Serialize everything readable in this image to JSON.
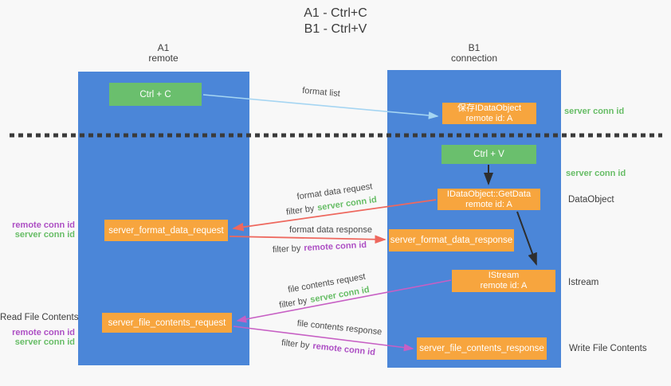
{
  "title": {
    "line1": "A1 - Ctrl+C",
    "line2": "B1 - Ctrl+V"
  },
  "columns": {
    "a1": {
      "name": "A1",
      "subtitle": "remote"
    },
    "b1": {
      "name": "B1",
      "subtitle": "connection"
    }
  },
  "nodes": {
    "ctrl_c": {
      "label": "Ctrl + C"
    },
    "ctrl_v": {
      "label": "Ctrl + V"
    },
    "save_dataobject": {
      "line1": "保存IDataObject",
      "line2": "remote id: A"
    },
    "getdata": {
      "line1": "IDataObject::GetData",
      "line2": "remote id: A"
    },
    "istream": {
      "line1": "IStream",
      "line2": "remote id: A"
    },
    "format_request": {
      "label": "server_format_data_request"
    },
    "format_response": {
      "label": "server_format_data_response"
    },
    "file_request": {
      "label": "server_file_contents_request"
    },
    "file_response": {
      "label": "server_file_contents_response"
    }
  },
  "arrows": {
    "format_list": "format list",
    "format_data_request": "format data request",
    "format_data_response": "format data response",
    "file_contents_request": "file contents request",
    "file_contents_response": "file contents response",
    "filter_by": "filter by",
    "server_conn_id": "server conn id",
    "remote_conn_id": "remote conn id"
  },
  "side_labels": {
    "server_conn_id": "server conn id",
    "remote_conn_id": "remote conn id",
    "dataobject": "DataObject",
    "istream": "Istream",
    "read_file_contents": "Read File Contents",
    "write_file_contents": "Write File Contents"
  },
  "colors": {
    "column_blue": "#4b86d8",
    "node_green": "#6abf6d",
    "node_orange": "#f7a53e",
    "arrow_blue": "#a5d5f2",
    "arrow_red": "#ee685e",
    "arrow_magenta": "#c75fc4",
    "arrow_black": "#2e2e2e",
    "text_green": "#67bd66",
    "text_purple": "#ad4fc4",
    "divider": "#3b3b3b",
    "background": "#f8f8f8"
  }
}
